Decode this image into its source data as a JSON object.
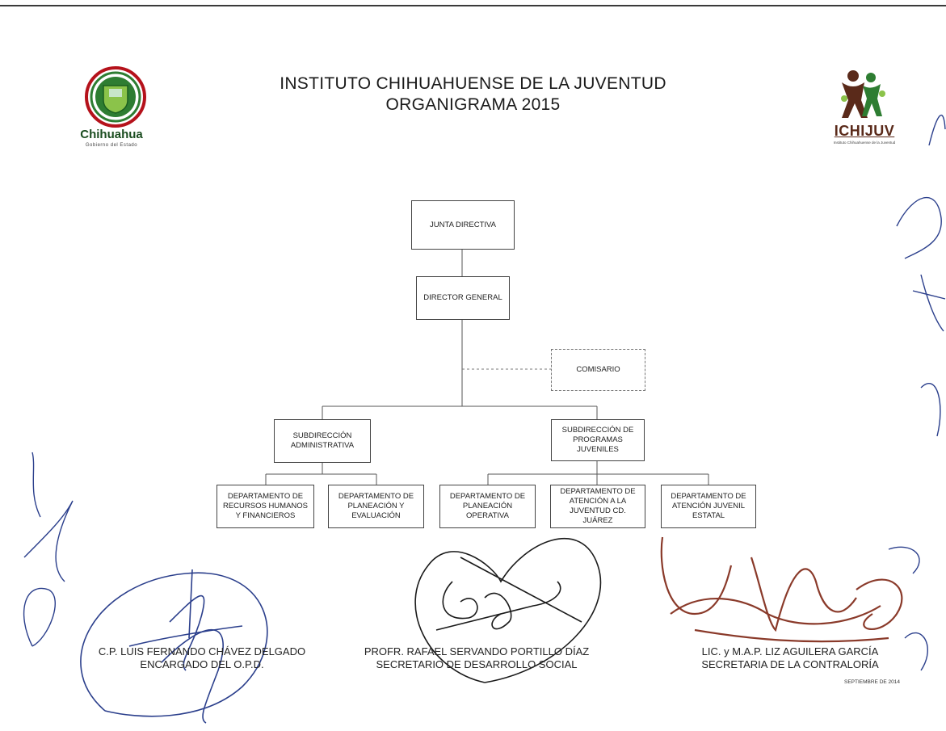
{
  "header": {
    "title_line1": "INSTITUTO CHIHUAHUENSE DE LA JUVENTUD",
    "title_line2": "ORGANIGRAMA 2015"
  },
  "logos": {
    "left": {
      "name": "Chihuahua",
      "subtitle": "Gobierno del Estado"
    },
    "right": {
      "name": "ICHIJUV",
      "subtitle": "Instituto Chihuahuense de la Juventud"
    }
  },
  "org_chart": {
    "junta": "JUNTA DIRECTIVA",
    "director": "DIRECTOR GENERAL",
    "comisario": "COMISARIO",
    "sub_admin": "SUBDIRECCIÓN ADMINISTRATIVA",
    "sub_prog": "SUBDIRECCIÓN DE PROGRAMAS JUVENILES",
    "dept_rh": "DEPARTAMENTO DE RECURSOS HUMANOS Y FINANCIEROS",
    "dept_plan_eval": "DEPARTAMENTO DE PLANEACIÓN Y EVALUACIÓN",
    "dept_plan_op": "DEPARTAMENTO DE PLANEACIÓN OPERATIVA",
    "dept_juarez": "DEPARTAMENTO DE ATENCIÓN A LA JUVENTUD CD. JUÁREZ",
    "dept_estatal": "DEPARTAMENTO DE ATENCIÓN JUVENIL ESTATAL"
  },
  "signatures": {
    "s1_name": "C.P. LUIS FERNANDO CHÁVEZ DELGADO",
    "s1_role": "ENCARGADO DEL O.P.D.",
    "s2_name": "PROFR. RAFAEL SERVANDO PORTILLO DÍAZ",
    "s2_role": "SECRETARIO DE DESARROLLO SOCIAL",
    "s3_name": "LIC. y M.A.P. LIZ AGUILERA GARCÍA",
    "s3_role": "SECRETARIA DE LA CONTRALORÍA"
  },
  "footer": {
    "date": "SEPTIEMBRE DE 2014"
  },
  "colors": {
    "ink_blue": "#2b3f8c",
    "ink_black": "#1a1a1a",
    "ink_red": "#8a3a2a",
    "logo_green": "#2e7d32",
    "logo_red": "#b5121b"
  }
}
